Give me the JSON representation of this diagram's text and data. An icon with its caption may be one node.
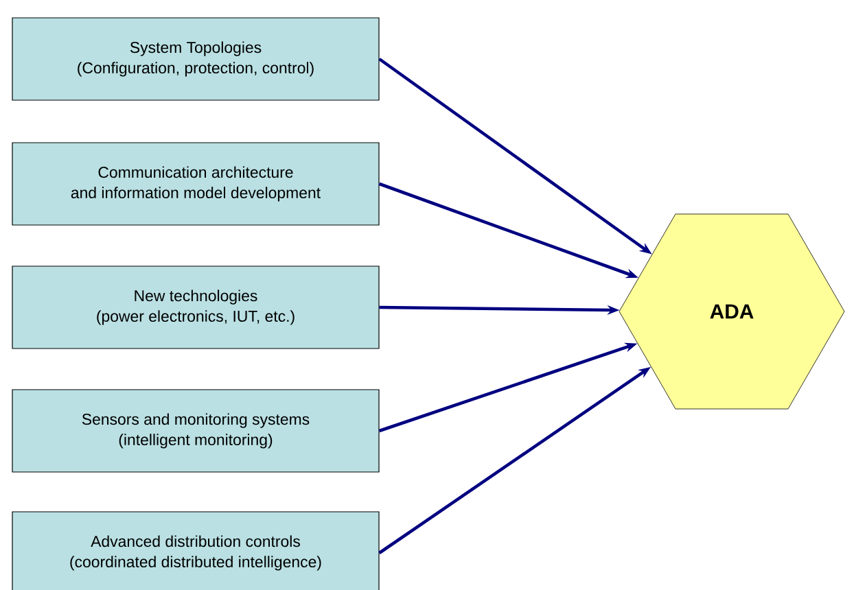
{
  "diagram": {
    "nodes": [
      {
        "text": [
          "System Topologies",
          "(Configuration, protection, control)"
        ]
      },
      {
        "text": [
          "Communication architecture",
          "and information model development"
        ]
      },
      {
        "text": [
          "New technologies",
          "(power electronics, IUT, etc.)"
        ]
      },
      {
        "text": [
          "Sensors and monitoring systems",
          "(intelligent monitoring)"
        ]
      },
      {
        "text": [
          "Advanced distribution controls",
          "(coordinated distributed intelligence)"
        ]
      },
      {
        "text": [
          "ADA"
        ]
      }
    ],
    "edges": [
      {
        "from": 0,
        "to": 5,
        "arrow": "to"
      },
      {
        "from": 1,
        "to": 5,
        "arrow": "to"
      },
      {
        "from": 2,
        "to": 5,
        "arrow": "to"
      },
      {
        "from": 3,
        "to": 5,
        "arrow": "to"
      },
      {
        "from": 4,
        "to": 5,
        "arrow": "to"
      }
    ]
  }
}
